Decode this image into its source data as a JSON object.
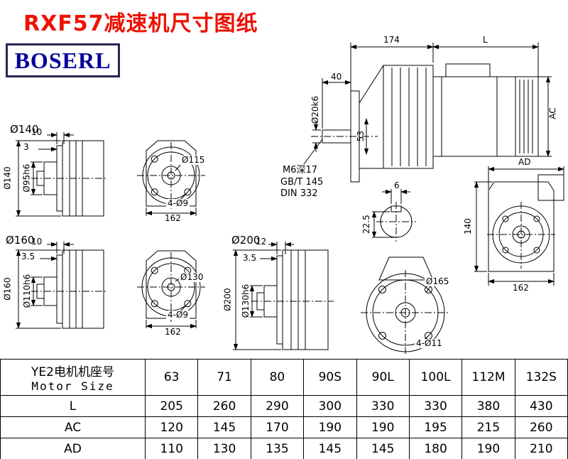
{
  "page": {
    "title": "RXF57减速机尺寸图纸",
    "logo_text": "BOSERL"
  },
  "colors": {
    "title_color": "#ee1100",
    "logo_color": "#00009a",
    "logo_border": "#2f2354",
    "line_color": "#000000"
  },
  "views": {
    "flange140": {
      "title": "Ø140",
      "dim_top1": "10",
      "dim_top2": "3",
      "dim_outer": "Ø140",
      "dim_spigot": "Ø95h6"
    },
    "front140": {
      "bolt_circle": "Ø115",
      "holes": "4-Ø9",
      "width": "162"
    },
    "main": {
      "dim_gearcase": "174",
      "dim_motor": "L",
      "dim_shaft": "40",
      "shaft_dia": "Ø20k6",
      "dim_flange": "53",
      "dim_ac": "AC",
      "notes": [
        "M6深17",
        "GB/T 145",
        "DIN 332"
      ]
    },
    "keyway": {
      "key_width": "6",
      "key_depth": "22.5"
    },
    "rear": {
      "dim_ad": "AD",
      "dim_height": "140",
      "dim_width": "162"
    },
    "flange160": {
      "title": "Ø160",
      "dim_top1": "10",
      "dim_top2": "3.5",
      "dim_outer": "Ø160",
      "dim_spigot": "Ø110h6"
    },
    "front160": {
      "bolt_circle": "Ø130",
      "holes": "4-Ø9",
      "width": "162"
    },
    "flange200": {
      "title": "Ø200",
      "dim_top1": "12",
      "dim_top2": "3.5",
      "dim_outer": "Ø200",
      "dim_spigot": "Ø130h6"
    },
    "front200": {
      "bolt_circle": "Ø165",
      "holes": "4-Ø11"
    }
  },
  "table": {
    "header": {
      "label_cn": "YE2电机机座号",
      "label_en": "Motor Size",
      "sizes": [
        "63",
        "71",
        "80",
        "90S",
        "90L",
        "100L",
        "112M",
        "132S"
      ]
    },
    "rows": [
      {
        "label": "L",
        "values": [
          "205",
          "260",
          "290",
          "300",
          "330",
          "330",
          "380",
          "430"
        ]
      },
      {
        "label": "AC",
        "values": [
          "120",
          "145",
          "170",
          "190",
          "190",
          "195",
          "215",
          "260"
        ]
      },
      {
        "label": "AD",
        "values": [
          "110",
          "130",
          "135",
          "145",
          "145",
          "180",
          "190",
          "210"
        ]
      }
    ]
  }
}
